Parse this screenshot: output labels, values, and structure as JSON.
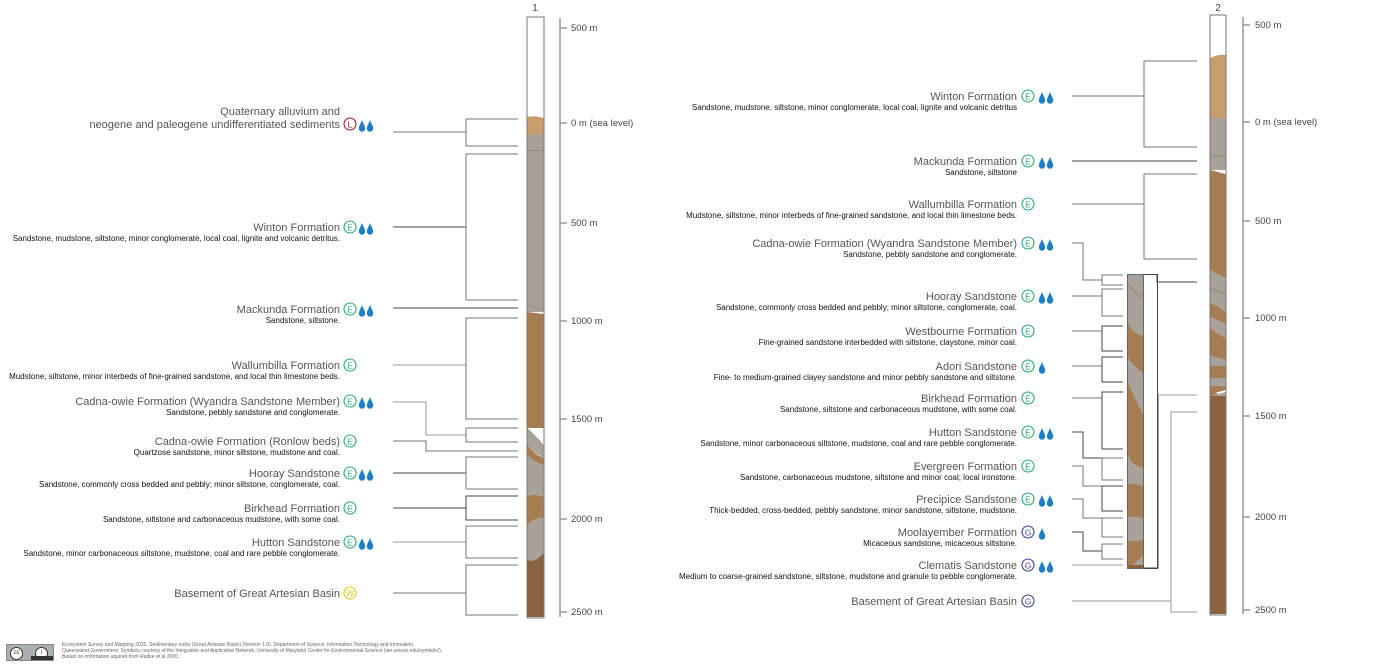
{
  "colors": {
    "quaternary": "#c99e6e",
    "gray_unit": "#a8a29b",
    "sandstone_brown": "#a67c52",
    "basement_brown": "#8a6240",
    "bracket_dark": "#444444",
    "bracket_light": "#999999",
    "water_blue": "#1f7fc6",
    "badge_E": "#2aa876",
    "badge_L": "#9a1b34",
    "badge_W": "#d9c81c",
    "badge_G": "#3a3f9a"
  },
  "columns": [
    {
      "id": "1",
      "label": "1",
      "axis": {
        "ticks": [
          "500 m",
          "0 m (sea level)",
          "500 m",
          "1000 m",
          "1500 m",
          "2000 m",
          "2500 m"
        ],
        "tick_depths_m": [
          -500,
          0,
          500,
          1000,
          1500,
          2000,
          2500
        ]
      },
      "units": [
        {
          "title": [
            "Quaternary alluvium and",
            "neogene and paleogene undifferentiated sediments"
          ],
          "desc": "",
          "badge": "L",
          "water": 2
        },
        {
          "title": [
            "Winton Formation"
          ],
          "desc": "Sandstone, mudstone, siltstone, minor conglomerate, local coal, lignite and volcanic detritus.",
          "badge": "E",
          "water": 2
        },
        {
          "title": [
            "Mackunda Formation"
          ],
          "desc": "Sandstone, siltstone.",
          "badge": "E",
          "water": 2
        },
        {
          "title": [
            "Wallumbilla Formation"
          ],
          "desc": "Mudstone, siltstone, minor interbeds of fine-grained sandstone, and local thin limestone beds.",
          "badge": "E",
          "water": 0
        },
        {
          "title": [
            "Cadna-owie Formation (Wyandra Sandstone Member)"
          ],
          "desc": "Sandstone, pebbly sandstone and conglomerate.",
          "badge": "E",
          "water": 2
        },
        {
          "title": [
            "Cadna-owie Formation (Ronlow beds)"
          ],
          "desc": "Quartzose sandstone, minor siltstone, mudstone and coal.",
          "badge": "E",
          "water": 0
        },
        {
          "title": [
            "Hooray Sandstone"
          ],
          "desc": "Sandstone, commonly cross bedded and pebbly; minor siltstone, conglomerate, coal.",
          "badge": "E",
          "water": 2
        },
        {
          "title": [
            "Birkhead Formation"
          ],
          "desc": "Sandstone, siltstone and carbonaceous mudstone, with some coal.",
          "badge": "E",
          "water": 0
        },
        {
          "title": [
            "Hutton Sandstone"
          ],
          "desc": "Sandstone, minor carbonaceous siltstone, mudstone, coal and rare pebble conglomerate.",
          "badge": "E",
          "water": 2
        },
        {
          "title": [
            "Basement of Great Artesian Basin"
          ],
          "desc": "",
          "badge": "W",
          "water": 0
        }
      ]
    },
    {
      "id": "2",
      "label": "2",
      "axis": {
        "ticks": [
          "500 m",
          "0 m (sea level)",
          "500 m",
          "1000 m",
          "1500 m",
          "2000 m",
          "2500 m"
        ],
        "tick_depths_m": [
          -500,
          0,
          500,
          1000,
          1500,
          2000,
          2500
        ]
      },
      "units": [
        {
          "title": [
            "Winton Formation"
          ],
          "desc": "Sandstone, mudstone, siltstone, minor conglomerate, local coal, lignite and volcanic detritus",
          "badge": "E",
          "water": 2
        },
        {
          "title": [
            "Mackunda Formation"
          ],
          "desc": "Sandstone, siltstone",
          "badge": "E",
          "water": 2
        },
        {
          "title": [
            "Wallumbilla Formation"
          ],
          "desc": "Mudstone, siltstone, minor interbeds of fine-grained sandstone, and local thin limestone beds.",
          "badge": "E",
          "water": 0
        },
        {
          "title": [
            "Cadna-owie Formation (Wyandra Sandstone Member)"
          ],
          "desc": "Sandstone, pebbly sandstone and conglomerate.",
          "badge": "E",
          "water": 2
        },
        {
          "title": [
            "Hooray Sandstone"
          ],
          "desc": "Sandstone, commonly cross bedded and pebbly; minor siltstone, conglomerate, coal.",
          "badge": "E",
          "water": 2
        },
        {
          "title": [
            "Westbourne Formation"
          ],
          "desc": "Fine-grained sandstone interbedded with siltstone, claystone, minor coal.",
          "badge": "E",
          "water": 0
        },
        {
          "title": [
            "Adori Sandstone"
          ],
          "desc": "Fine- to medium-grained clayey sandstone and minor pebbly sandstone and siltstone.",
          "badge": "E",
          "water": 1
        },
        {
          "title": [
            "Birkhead Formation"
          ],
          "desc": "Sandstone, siltstone and carbonaceous mudstone, with some coal.",
          "badge": "E",
          "water": 0
        },
        {
          "title": [
            "Hutton Sandstone"
          ],
          "desc": "Sandstone, minor carbonaceous siltstone, mudstone, coal and rare pebble conglomerate.",
          "badge": "E",
          "water": 2
        },
        {
          "title": [
            "Evergreen Formation"
          ],
          "desc": "Sandstone, carbonaceous mudstone, siltstone and minor coal; local ironstone.",
          "badge": "E",
          "water": 0
        },
        {
          "title": [
            "Precipice Sandstone"
          ],
          "desc": "Thick-bedded, cross-bedded, pebbly sandstone, minor sandstone, siltstone, mudstone.",
          "badge": "E",
          "water": 2
        },
        {
          "title": [
            "Moolayember Formation"
          ],
          "desc": "Micaceous sandstone, micaceous siltstone.",
          "badge": "G",
          "water": 1
        },
        {
          "title": [
            "Clematis Sandstone"
          ],
          "desc": "Medium to coarse-grained sandstone, siltstone, mudstone and granule to pebble conglomerate.",
          "badge": "G",
          "water": 2
        },
        {
          "title": [
            "Basement of Great Artesian Basin"
          ],
          "desc": "",
          "badge": "G",
          "water": 0
        }
      ]
    }
  ],
  "footer": {
    "license_badge": "CC BY",
    "lines": [
      "Ecosystem Survey and Mapping 2015. Sedimentary rocks (Great Artesian Basin) (Version 1.0). Department of Science, Information Technology and Innovation,",
      "Queensland Government. Symbols courtesy of the Integration and Application Network, University of Maryland Center for Environmental Science (ian.umces.edu/symbols/).",
      "Based on information aquired from Radke et al 2000."
    ]
  }
}
